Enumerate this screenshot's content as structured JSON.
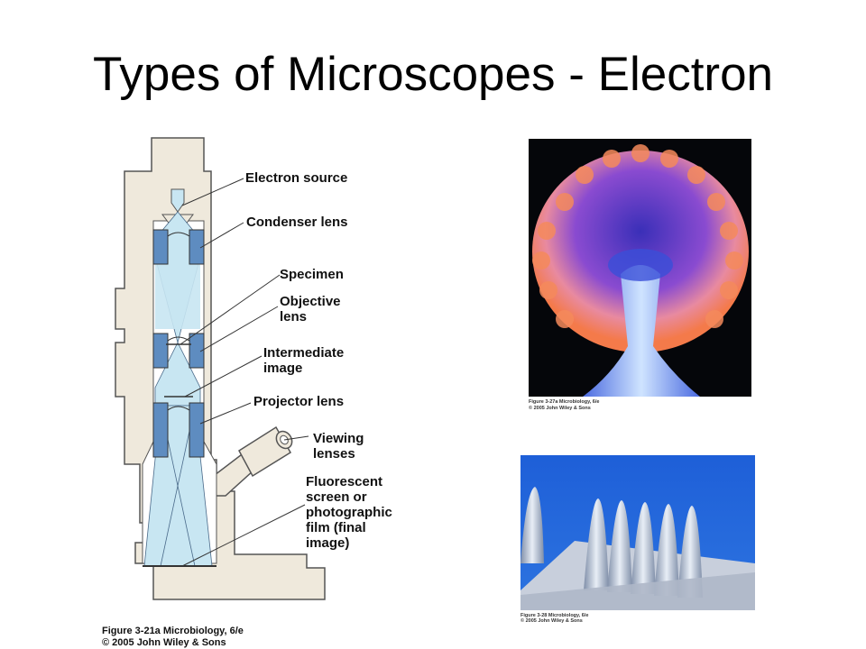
{
  "slide": {
    "title": "Types of Microscopes - Electron"
  },
  "diagram": {
    "labels": {
      "electron_source": "Electron source",
      "condenser_lens": "Condenser lens",
      "specimen": "Specimen",
      "objective_lens": "Objective\nlens",
      "intermediate_image": "Intermediate\nimage",
      "projector_lens": "Projector lens",
      "viewing_lenses": "Viewing\nlenses",
      "fluorescent_screen": "Fluorescent\nscreen or\nphotographic\nfilm (final\nimage)"
    },
    "caption_line1": "Figure 3-21a  Microbiology, 6/e",
    "caption_line2": "© 2005 John Wiley & Sons",
    "colors": {
      "housing": "#efe9dc",
      "outline": "#555555",
      "lens": "#5e8cc0",
      "beam": "#c8e6f2"
    }
  },
  "photo_top": {
    "caption_line1": "Figure 3-27a  Microbiology, 6/e",
    "caption_line2": "© 2005 John Wiley & Sons"
  },
  "photo_bottom": {
    "caption_line1": "Figure 3-28  Microbiology, 6/e",
    "caption_line2": "© 2005 John Wiley & Sons"
  }
}
